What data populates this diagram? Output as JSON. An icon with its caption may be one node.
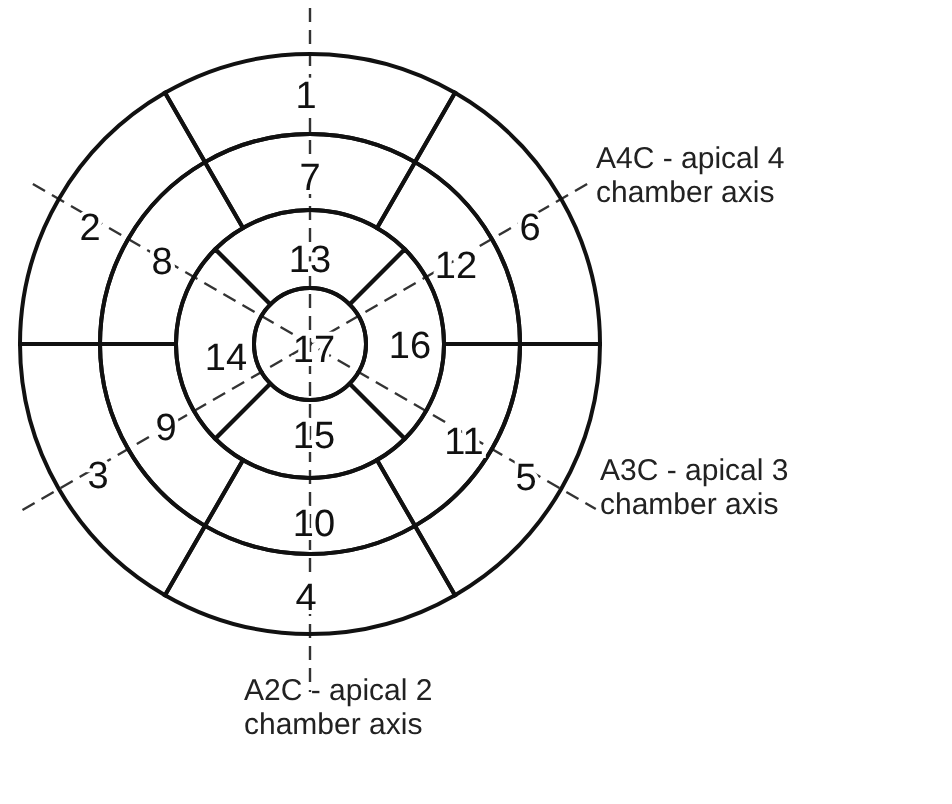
{
  "diagram": {
    "nodes": [
      {
        "text": [
          "1"
        ]
      },
      {
        "text": [
          "2"
        ]
      },
      {
        "text": [
          "3"
        ]
      },
      {
        "text": [
          "4"
        ]
      },
      {
        "text": [
          "5"
        ]
      },
      {
        "text": [
          "6"
        ]
      },
      {
        "text": [
          "7"
        ]
      },
      {
        "text": [
          "8"
        ]
      },
      {
        "text": [
          "9"
        ]
      },
      {
        "text": [
          "10"
        ]
      },
      {
        "text": [
          "11"
        ]
      },
      {
        "text": [
          "12"
        ]
      },
      {
        "text": [
          "13"
        ]
      },
      {
        "text": [
          "14"
        ]
      },
      {
        "text": [
          "15"
        ]
      },
      {
        "text": [
          "16"
        ]
      },
      {
        "text": [
          "17"
        ]
      }
    ],
    "edges": [],
    "labels": [
      "A4C - apical 4 chamber axis",
      "A3C - apical 3 chamber axis",
      "A2C - apical 2 chamber axis"
    ]
  }
}
